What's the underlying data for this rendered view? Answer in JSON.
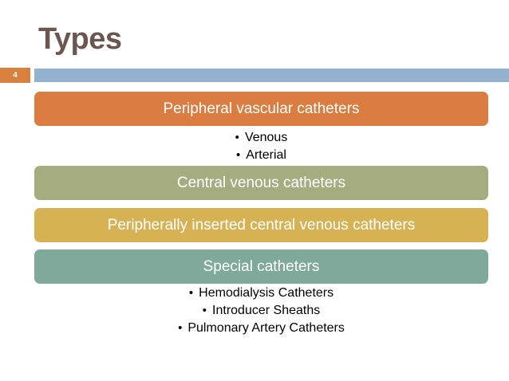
{
  "slide": {
    "title": "Types",
    "number": "4",
    "colors": {
      "title_text": "#6b5750",
      "header_bar": "#92b2d0",
      "number_badge": "#d9803f",
      "background": "#ffffff",
      "bullet_text": "#000000",
      "bar_label_text": "#ffffff"
    }
  },
  "categories": [
    {
      "label": "Peripheral vascular catheters",
      "color": "#db7d40",
      "bullets": [
        "Venous",
        "Arterial"
      ]
    },
    {
      "label": "Central venous catheters",
      "color": "#a4ac80",
      "bullets": []
    },
    {
      "label": "Peripherally inserted central venous catheters",
      "color": "#d7b254",
      "bullets": []
    },
    {
      "label": "Special catheters",
      "color": "#7fa99b",
      "bullets": [
        "Hemodialysis Catheters",
        "Introducer Sheaths",
        "Pulmonary Artery Catheters"
      ]
    }
  ],
  "bullet_marker": "•"
}
